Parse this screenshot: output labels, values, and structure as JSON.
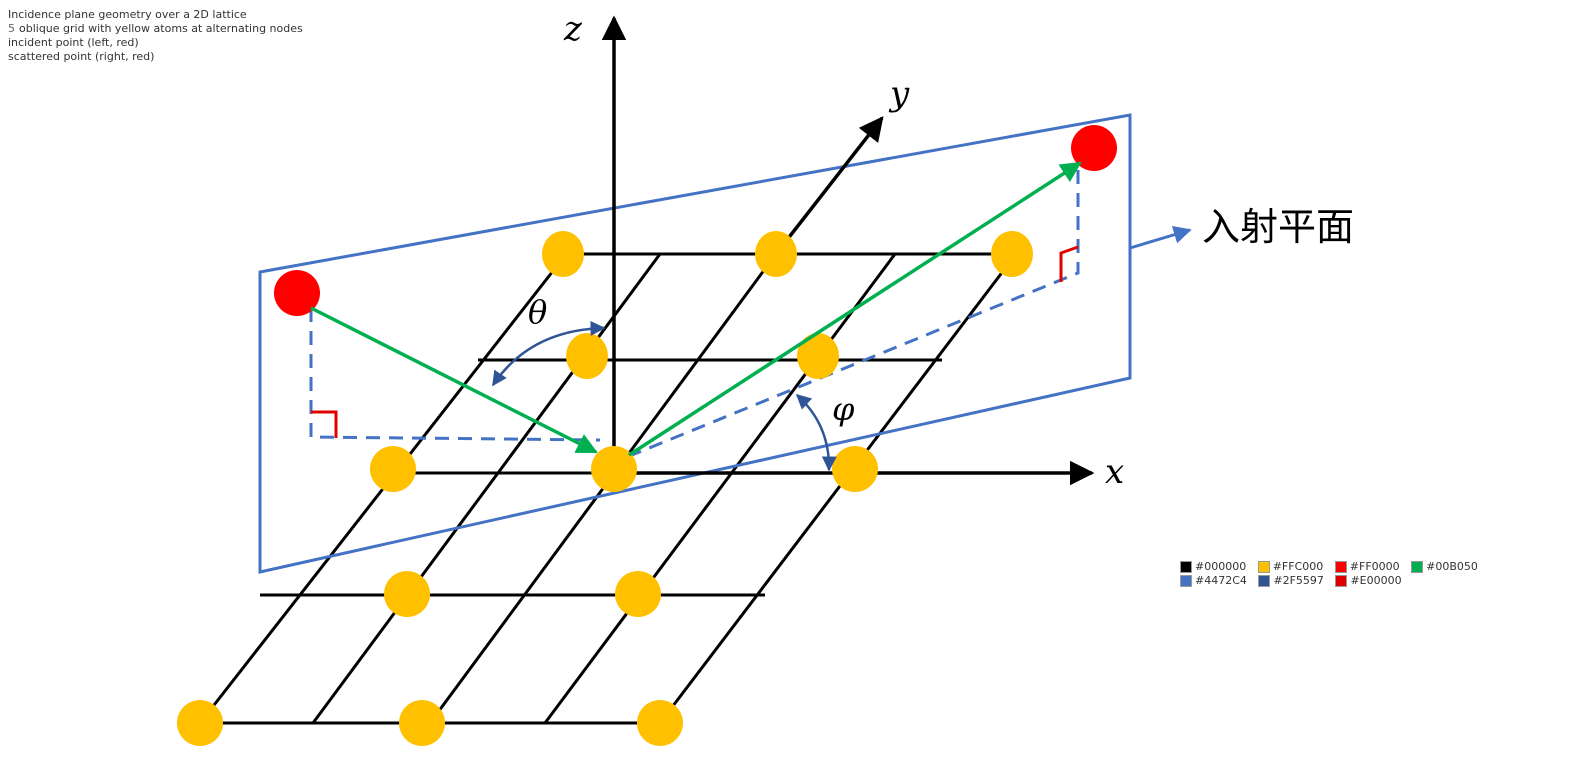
{
  "diagram": {
    "title": "Incidence plane geometry over a 2D lattice",
    "axes": {
      "x": "x",
      "y": "y",
      "z": "z"
    },
    "angles": {
      "theta": "θ",
      "phi": "φ"
    },
    "incidence_plane_label": "入射平面",
    "lattice": {
      "rows": 5,
      "description": "oblique grid with yellow atoms at alternating nodes"
    },
    "sources": [
      "incident point (left, red)",
      "scattered point (right, red)"
    ],
    "colors": {
      "grid": "#000000",
      "atom": "#FFC000",
      "point": "#FF0000",
      "beam": "#00B050",
      "plane": "#4472C4",
      "angle_arrow": "#2F5597",
      "right_angle": "#E00000"
    }
  }
}
